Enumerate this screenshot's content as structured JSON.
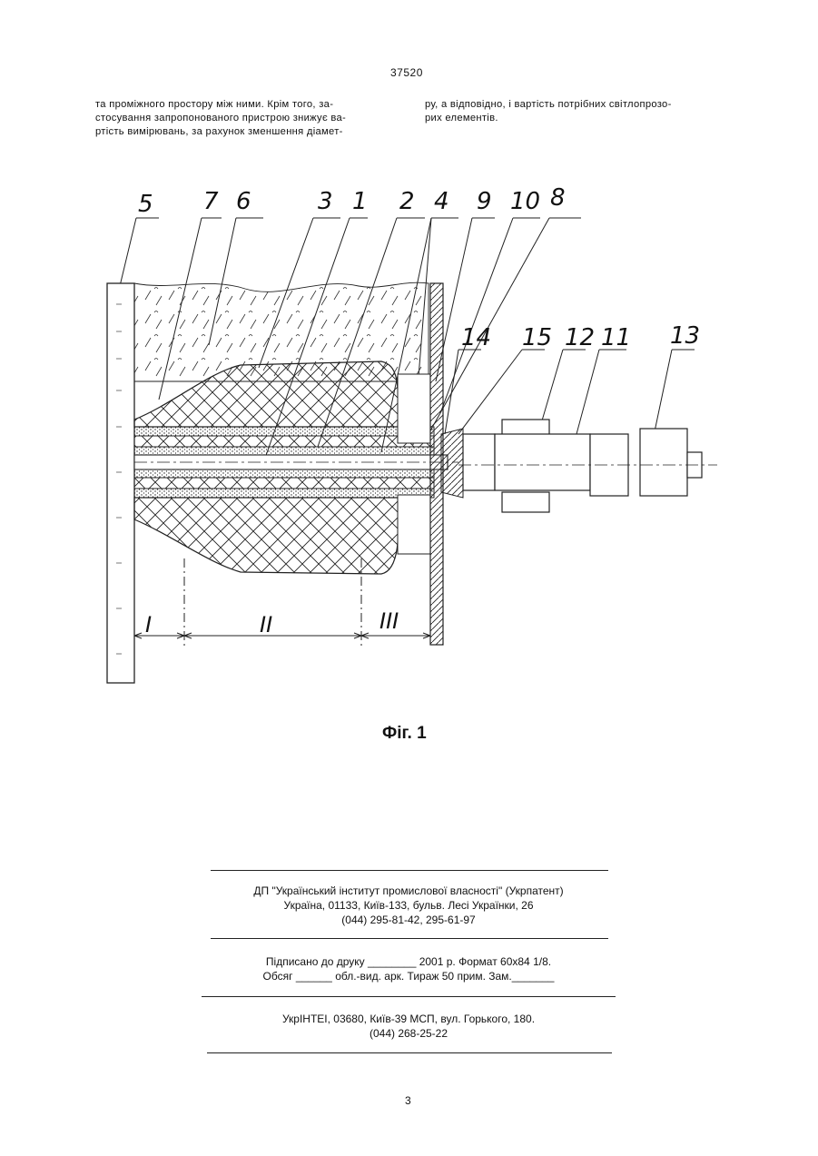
{
  "header": {
    "patent_number": "37520"
  },
  "text": {
    "left_lines": [
      "та проміжного простору між ними. Крім того, за-",
      "стосування запропонованого пристрою знижує ва-",
      "ртість вимірювань, за рахунок зменшення діамет-"
    ],
    "right_lines": [
      "ру, а відповідно, і вартість потрібних світлопрозо-",
      "рих елементів."
    ]
  },
  "figure": {
    "callouts": [
      "5",
      "7",
      "6",
      "3",
      "1",
      "2",
      "4",
      "9",
      "10",
      "8",
      "14",
      "15",
      "12",
      "11",
      "13"
    ],
    "zones": [
      "I",
      "II",
      "III"
    ],
    "caption": "Фіг. 1"
  },
  "imprint": {
    "publisher_line": "ДП \"Український інститут промислової власності\" (Укрпатент)",
    "address_line": "Україна, 01133, Київ-133, бульв. Лесі Українки, 26",
    "phones_line": "(044) 295-81-42, 295-61-97",
    "signed_line": "Підписано до друку ________ 2001 р.    Формат 60х84 1/8.",
    "volume_line": "Обсяг ______ обл.-вид. арк.   Тираж 50 прим.    Зам._______",
    "printer_line": "УкрІНТЕІ, 03680, Київ-39 МСП, вул. Горького, 180.",
    "printer_phone": "(044) 268-25-22"
  },
  "footer": {
    "page_number": "3"
  }
}
